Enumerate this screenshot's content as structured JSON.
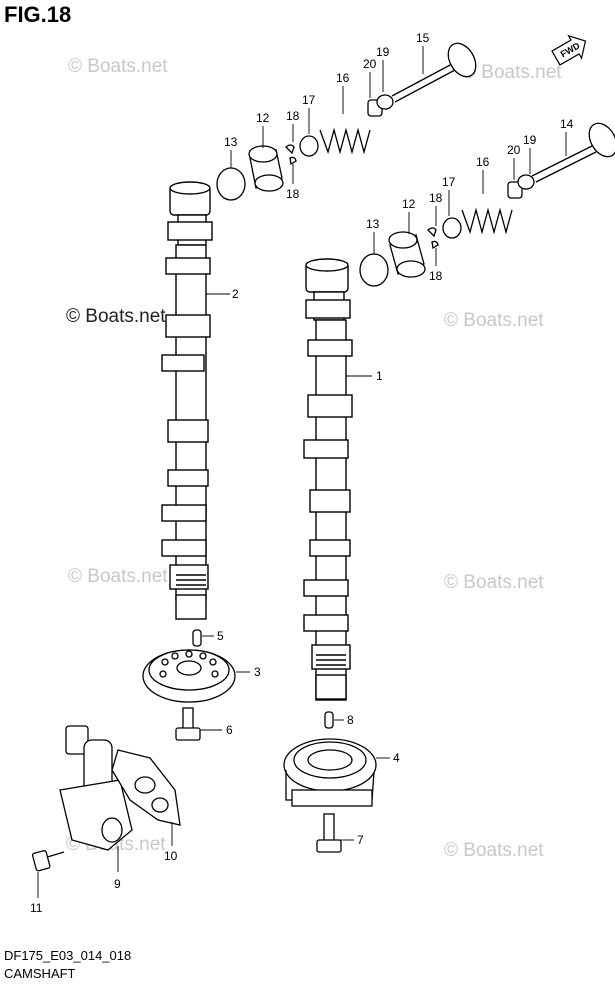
{
  "figure": {
    "title": "FIG.18",
    "code": "DF175_E03_014_018",
    "subtitle": "CAMSHAFT",
    "fwd_label": "FWD"
  },
  "watermarks": [
    "© Boats.net",
    "© Boats.net",
    "© Boats.net",
    "© Boats.net",
    "© Boats.net",
    "© Boats.net",
    "© Boats.net",
    "© Boats.net"
  ],
  "callouts": [
    "1",
    "2",
    "3",
    "4",
    "5",
    "6",
    "7",
    "8",
    "9",
    "10",
    "11",
    "12",
    "12",
    "13",
    "13",
    "14",
    "15",
    "16",
    "16",
    "17",
    "17",
    "18",
    "18",
    "18",
    "18",
    "19",
    "19",
    "20",
    "20"
  ]
}
